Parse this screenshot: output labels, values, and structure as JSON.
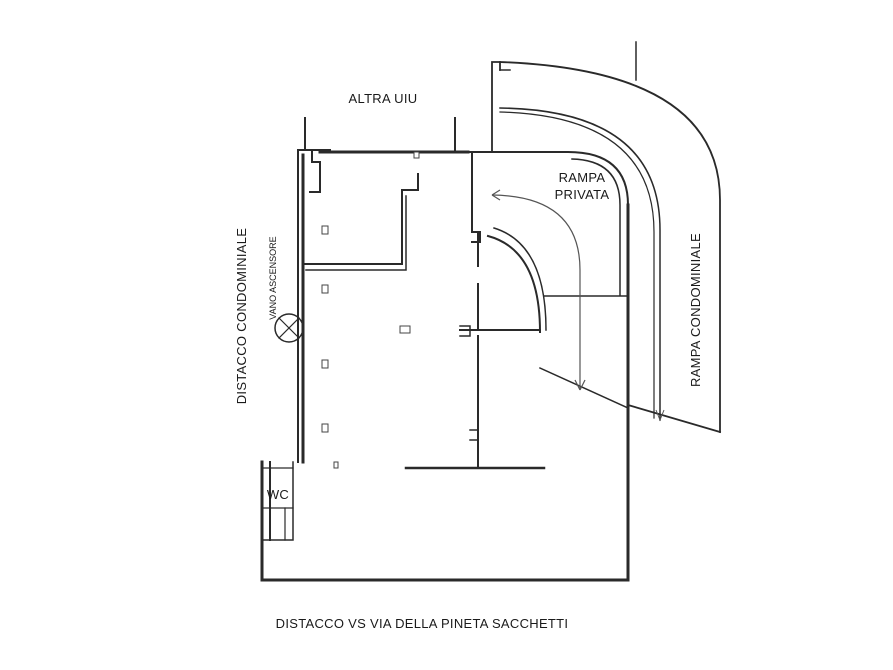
{
  "labels": {
    "altra_uiu": "ALTRA UIU",
    "rampa_privata_line1": "RAMPA",
    "rampa_privata_line2": "PRIVATA",
    "rampa_condominiale": "RAMPA CONDOMINIALE",
    "distacco_condominiale": "DISTACCO CONDOMINIALE",
    "vano_ascensore": "VANO ASCENSORE",
    "wc": "WC",
    "distacco_via": "DISTACCO VS VIA DELLA PINETA SACCHETTI"
  }
}
